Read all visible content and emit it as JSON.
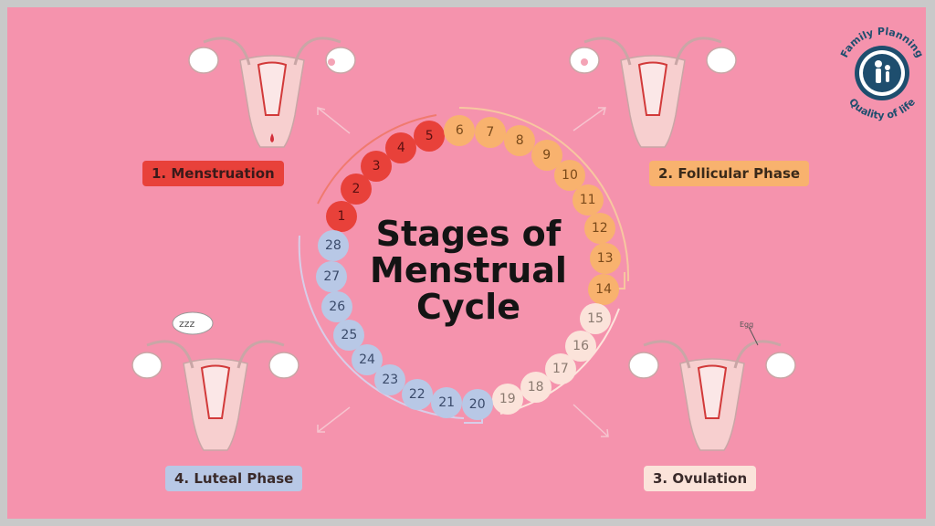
{
  "title": {
    "line1": "Stages of",
    "line2": "Menstrual",
    "line3": "Cycle"
  },
  "phases": [
    {
      "label": "1. Menstruation",
      "color": "#e8413a"
    },
    {
      "label": "2. Follicular Phase",
      "color": "#f8b26e"
    },
    {
      "label": "3. Ovulation",
      "color": "#fbe3da"
    },
    {
      "label": "4. Luteal Phase",
      "color": "#b8c8e6"
    }
  ],
  "days": [
    "1",
    "2",
    "3",
    "4",
    "5",
    "6",
    "7",
    "8",
    "9",
    "10",
    "11",
    "12",
    "13",
    "14",
    "15",
    "16",
    "17",
    "18",
    "19",
    "20",
    "21",
    "22",
    "23",
    "24",
    "25",
    "26",
    "27",
    "28"
  ],
  "logo": {
    "top_text": "Family Planning",
    "bottom_text": "Quality of life"
  },
  "annotations": {
    "sleep": "zzz",
    "egg": "Egg"
  }
}
